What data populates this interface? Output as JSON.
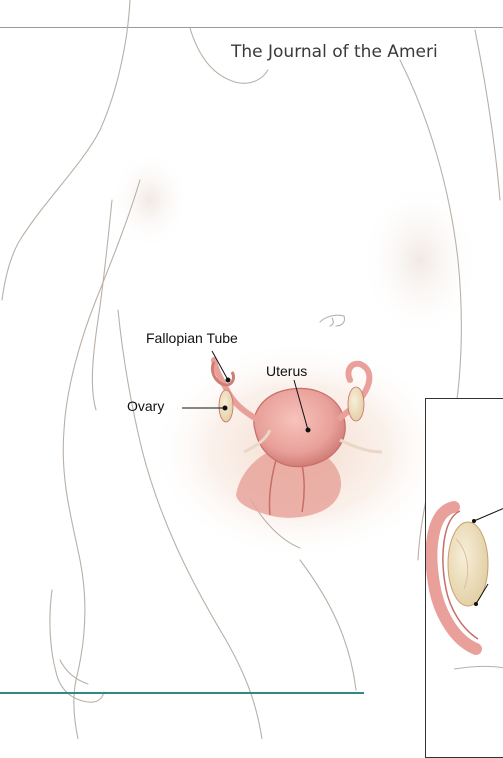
{
  "header": {
    "journal_title": "The Journal of the Ameri"
  },
  "figure": {
    "labels": {
      "fallopian_tube": "Fallopian Tube",
      "uterus": "Uterus",
      "ovary": "Ovary"
    }
  },
  "colors": {
    "skin_outline": "#b9b0a8",
    "organ_pink": "#e9a09a",
    "organ_dark": "#c86d68",
    "ovary_beige": "#efe3c4",
    "accent_teal": "#2f8a84"
  }
}
